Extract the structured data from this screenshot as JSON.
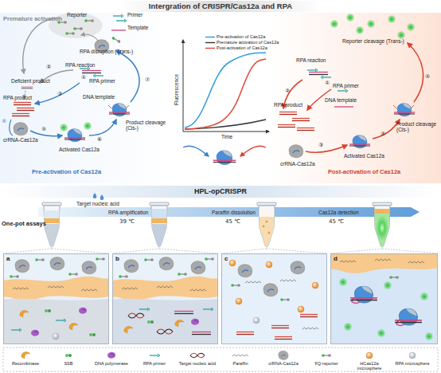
{
  "diagram": {
    "title": "Intergration of CRISPR/Cas12a and RPA",
    "nodes": [
      {
        "text": [
          "a"
        ]
      },
      {
        "text": [
          "b"
        ]
      },
      {
        "text": [
          "c"
        ]
      },
      {
        "text": [
          "d"
        ]
      }
    ],
    "labels": [
      "Premature activation",
      "Reporter",
      "Primer",
      "Template",
      "RPA disruption (Trans-)",
      "RPA reaction",
      "②",
      "Deficient product",
      "①",
      "RPA primer",
      "DNA template",
      "③",
      "RPA product",
      "④",
      "crRNA-Cas12a",
      "⑤",
      "Activated Cas12a",
      "⑥",
      "⑦",
      "Product cleavage (Cis-)",
      "Pre-activation of Cas12a",
      "Fluorescence",
      "Time",
      "Reporter cleavage (Trans-)",
      "RPA reaction",
      "②",
      "①",
      "RPA primer",
      "DNA template",
      "RPA product",
      "③",
      "crRNA-Cas12a",
      "Activated Cas12a",
      "④",
      "Product cleavage (Cis-)",
      "⑤",
      "Post-activation of Cas12a",
      "HPL-opCRISPR",
      "One-pot assays",
      "Target nucleic acid",
      "RPA amplification",
      "39 ℃",
      "Paraffin dissolution",
      "45 ℃",
      "Cas12a detection",
      "45 ℃"
    ],
    "legend": [
      {
        "text": "Pre-activation of Cas12a"
      },
      {
        "text": "Premature activation of Cas12a"
      },
      {
        "text": "Post-activation of Cas12a"
      },
      {
        "text": "Recombinase"
      },
      {
        "text": "SSB"
      },
      {
        "text": "DNA polymerase"
      },
      {
        "text": "RPA primer"
      },
      {
        "text": "Target nucleic acid"
      },
      {
        "text": "Paraffin"
      },
      {
        "text": "crRNA-Cas12a"
      },
      {
        "text": "FQ-reporter"
      },
      {
        "text": "HCas12a microsphere"
      },
      {
        "text": "RPA microsphere"
      }
    ]
  }
}
